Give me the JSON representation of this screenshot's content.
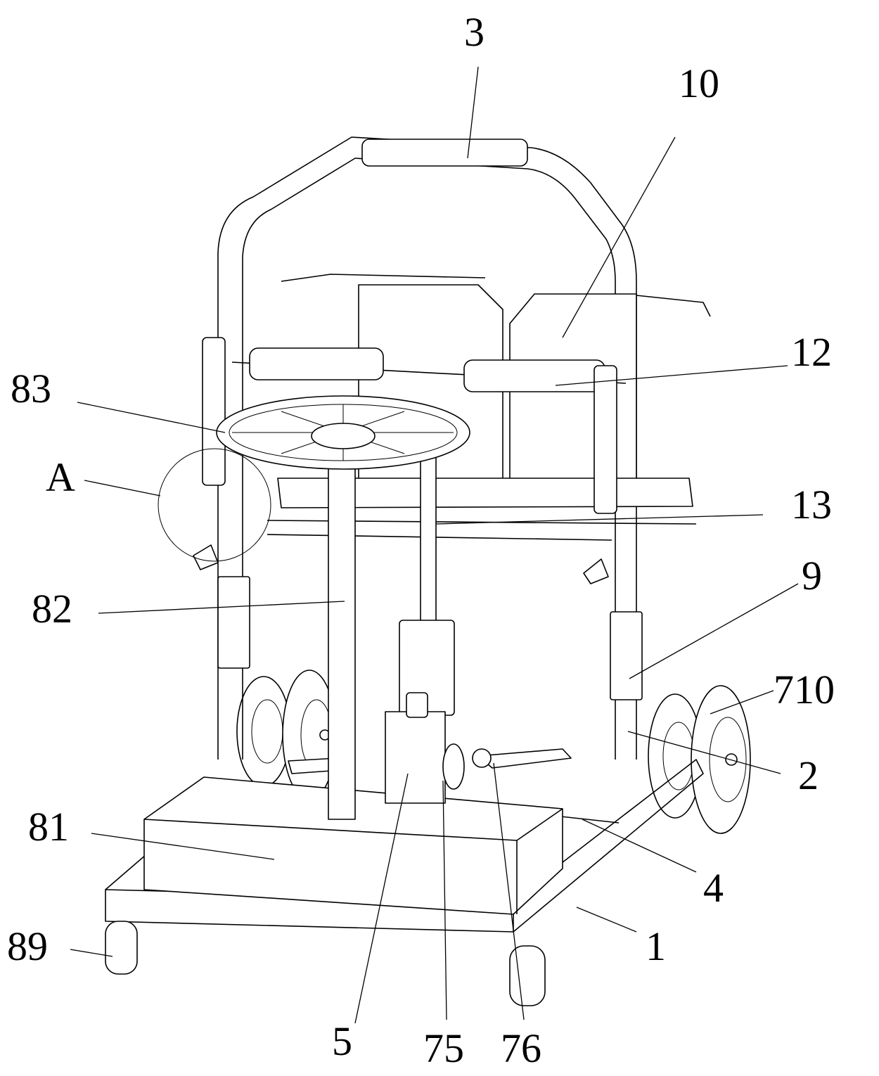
{
  "figure": {
    "type": "patent line drawing",
    "labels": {
      "l3": "3",
      "l10": "10",
      "l12": "12",
      "l83": "83",
      "lA": "A",
      "l13": "13",
      "l82": "82",
      "l9": "9",
      "l710": "710",
      "l2": "2",
      "l81": "81",
      "l4": "4",
      "l1": "1",
      "l89": "89",
      "l5": "5",
      "l75": "75",
      "l76": "76"
    }
  }
}
